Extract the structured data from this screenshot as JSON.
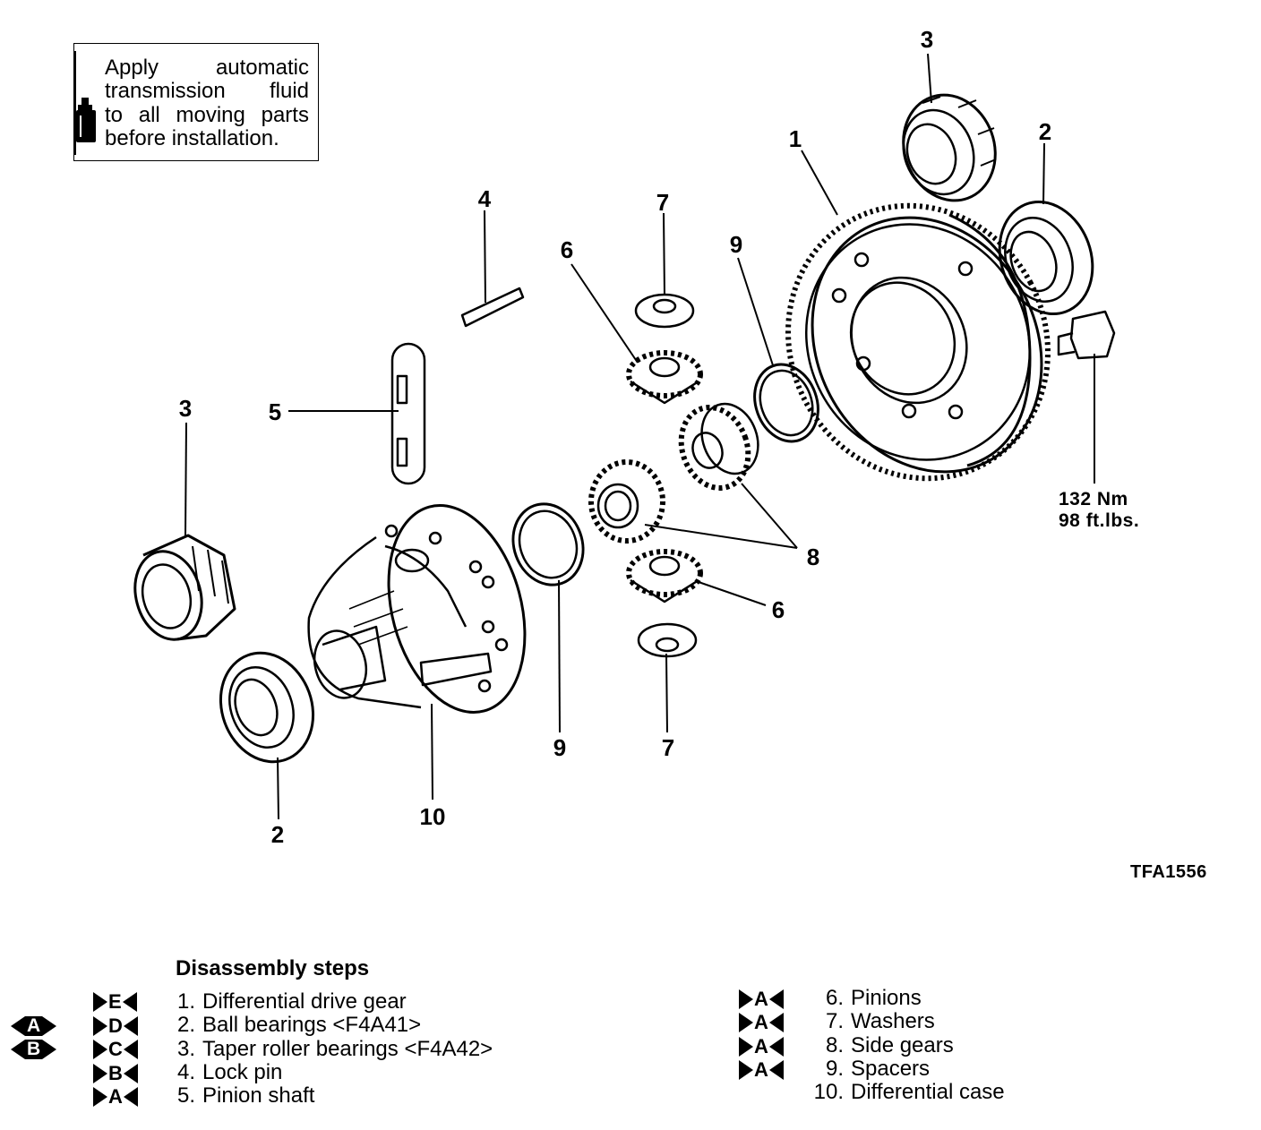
{
  "note": {
    "lines": [
      [
        "Apply",
        "automatic"
      ],
      [
        "transmission",
        "fluid"
      ],
      [
        "to",
        "all",
        "moving",
        "parts"
      ],
      [
        "before installation."
      ]
    ],
    "icon": "oil-bottle-icon"
  },
  "callouts": {
    "c1": "1",
    "c2a": "2",
    "c2b": "2",
    "c3a": "3",
    "c3b": "3",
    "c4": "4",
    "c5": "5",
    "c6a": "6",
    "c6b": "6",
    "c7a": "7",
    "c7b": "7",
    "c8": "8",
    "c9a": "9",
    "c9b": "9",
    "c10": "10"
  },
  "torque": {
    "line1": "132 Nm",
    "line2": "98 ft.lbs."
  },
  "figure_id": "TFA1556",
  "steps": {
    "title": "Disassembly steps",
    "left": [
      {
        "num": "1.",
        "text": "Differential drive gear",
        "service": "E",
        "assembly": ""
      },
      {
        "num": "2.",
        "text": "Ball bearings <F4A41>",
        "service": "D",
        "assembly": "A"
      },
      {
        "num": "3.",
        "text": "Taper roller bearings <F4A42>",
        "service": "C",
        "assembly": "B"
      },
      {
        "num": "4.",
        "text": "Lock pin",
        "service": "B",
        "assembly": ""
      },
      {
        "num": "5.",
        "text": "Pinion shaft",
        "service": "A",
        "assembly": ""
      }
    ],
    "right": [
      {
        "num": "6.",
        "text": "Pinions",
        "service": "A"
      },
      {
        "num": "7.",
        "text": "Washers",
        "service": "A"
      },
      {
        "num": "8.",
        "text": "Side gears",
        "service": "A"
      },
      {
        "num": "9.",
        "text": "Spacers",
        "service": "A"
      },
      {
        "num": "10.",
        "text": "Differential case",
        "service": ""
      }
    ]
  }
}
